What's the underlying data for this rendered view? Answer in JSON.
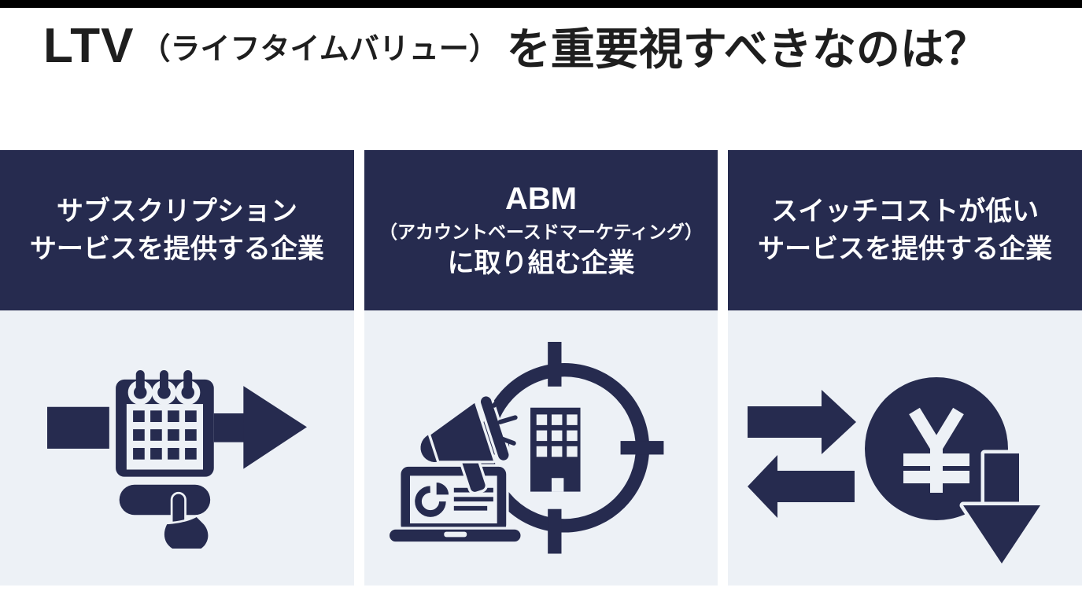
{
  "title": {
    "brand": "LTV",
    "annotation": "（ライフタイムバリュー）",
    "rest": "を重要視すべきなのは？"
  },
  "colors": {
    "navy": "#262B4F",
    "panel_bg": "#EDF1F6",
    "top_bar": "#000000",
    "title_text": "#1E1E1E",
    "header_text": "#FFFFFF",
    "page_bg": "#FFFFFF"
  },
  "columns": [
    {
      "id": "subscription",
      "icon": "calendar-recurring-arrow-icon",
      "lines": [
        "サブスクリプション",
        "サービスを提供する企業"
      ]
    },
    {
      "id": "abm",
      "icon": "abm-megaphone-target-icon",
      "lines": [
        "ABM",
        "（アカウントベースドマーケティング）",
        "に取り組む企業"
      ]
    },
    {
      "id": "low-switching-cost",
      "icon": "yen-exchange-down-icon",
      "lines": [
        "スイッチコストが低い",
        "サービスを提供する企業"
      ]
    }
  ]
}
